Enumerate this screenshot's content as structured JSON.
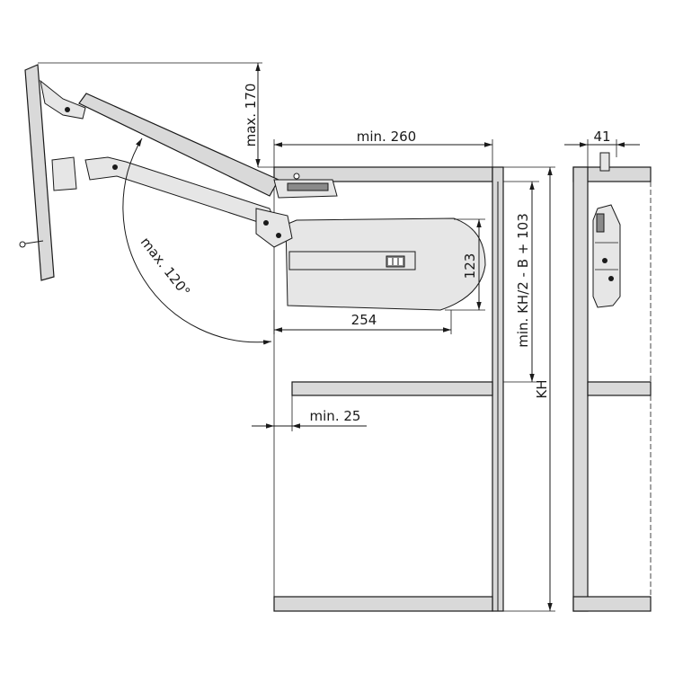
{
  "dimensions": {
    "max_170": "max. 170",
    "min_260": "min. 260",
    "dim_41": "41",
    "max_120": "max. 120°",
    "dim_123": "123",
    "dim_254": "254",
    "formula": "min. KH/2 - B + 103",
    "kh": "KH",
    "min_25": "min. 25"
  },
  "colors": {
    "panel": "#d9d9d9",
    "line": "#1a1a1a"
  }
}
